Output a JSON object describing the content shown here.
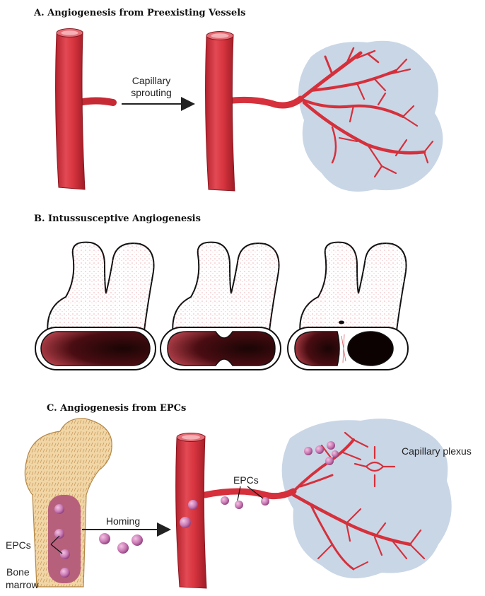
{
  "panels": {
    "a": {
      "heading": "A. Angiogenesis from Preexisting Vessels",
      "arrow_label_line1": "Capillary",
      "arrow_label_line2": "sprouting"
    },
    "b": {
      "heading": "B. Intussusceptive Angiogenesis"
    },
    "c": {
      "heading": "C. Angiogenesis from EPCs",
      "arrow_label": "Homing",
      "epcs_label_left": "EPCs",
      "epcs_label_vessel": "EPCs",
      "bone_marrow_line1": "Bone",
      "bone_marrow_line2": "marrow",
      "plexus_label": "Capillary plexus"
    }
  },
  "colors": {
    "vessel": "#d93a45",
    "vessel_dark": "#a8202b",
    "vessel_highlight": "#f07b82",
    "tissue": "#c9d6e6",
    "bone": "#f1d6a6",
    "marrow": "#b7607c",
    "cell": "#c27bb0"
  }
}
